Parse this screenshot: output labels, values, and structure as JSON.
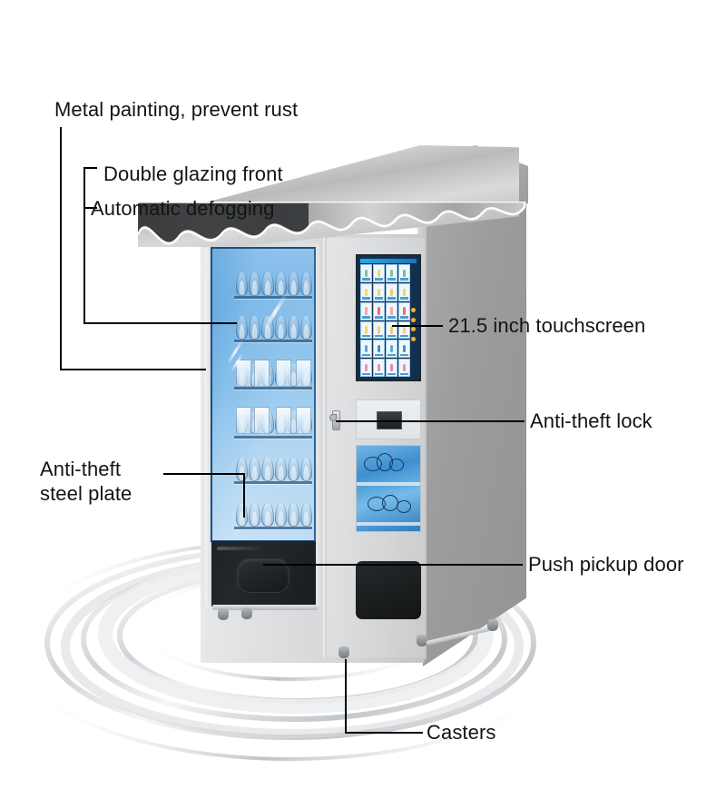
{
  "product": {
    "name": "Vending machine",
    "type": "refrigerated glass-front vending machine with touchscreen"
  },
  "colors": {
    "text": "#141414",
    "leader_line": "#000000",
    "cabinet_light_gray": "#dfe0e2",
    "side_panel_gray": "#9c9c9c",
    "glass_blue": "#8cc3ec",
    "glass_frame_navy": "#1d4f80",
    "steel_plate_black": "#1f2224",
    "screen_navy": "#11304f",
    "screen_accent_blue": "#29a8e8",
    "background": "#ffffff"
  },
  "annotations": [
    {
      "id": "metal-painting",
      "label": "Metal painting, prevent rust"
    },
    {
      "id": "double-glazing",
      "label": "Double glazing front"
    },
    {
      "id": "auto-defogging",
      "label": "Automatic defogging"
    },
    {
      "id": "touchscreen",
      "label": "21.5 inch touchscreen"
    },
    {
      "id": "anti-theft-lock",
      "label": "Anti-theft lock"
    },
    {
      "id": "steel-plate",
      "label": "Anti-theft\nsteel plate"
    },
    {
      "id": "pickup-door",
      "label": "Push pickup door"
    },
    {
      "id": "casters",
      "label": "Casters"
    }
  ],
  "screen": {
    "columns": 4,
    "rows": 6,
    "tile_colors": [
      [
        "#7fc49a",
        "#f2d46a",
        "#7fc49a",
        "#6fbf96"
      ],
      [
        "#f2d46a",
        "#f2d46a",
        "#f4c96b",
        "#f2d46a"
      ],
      [
        "#f0a9a0",
        "#e8706a",
        "#f0a9a0",
        "#e8706a"
      ],
      [
        "#f2d46a",
        "#f2d46a",
        "#f4c96b",
        "#f2d46a"
      ],
      [
        "#5aa8e0",
        "#3f8ed6",
        "#5aa8e0",
        "#3f8ed6"
      ],
      [
        "#ef8fb4",
        "#ef8fb4",
        "#ea7fa8",
        "#ef8fb4"
      ]
    ],
    "side_indicator_count": 4,
    "side_indicator_color": "#f0b429"
  },
  "cabinet": {
    "shelf_rows": 6,
    "glass_panel": "double glazed blue tinted",
    "lock_present": true,
    "card_reader_present": true,
    "pickup_port": "rounded rectangle push flap",
    "caster_count": 4
  }
}
